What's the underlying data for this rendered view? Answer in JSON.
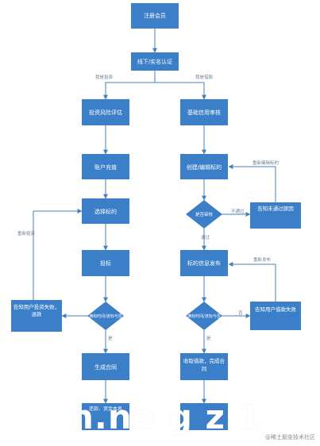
{
  "nodes": {
    "register_member": "注册会员",
    "real_name_auth": "线下/实名认证",
    "risk_assessment": "投资风险评估",
    "account_recharge": "账户充值",
    "select_bid": "选择标的",
    "invest": "投标",
    "notify_invest_fail": "告知用户投资失败，退款",
    "generate_contract": "生成合同",
    "repay_note": "还款、资金本息",
    "basic_credit_review": "基础信用审核",
    "create_edit_bid": "创建/编辑标的",
    "notify_not_approved": "告知未通过原因",
    "publish_bid": "标的信息发布",
    "notify_financing_fail": "告知用户借款失败",
    "collect_loan": "收取借款，完成合同",
    "decision_review": "是否审核",
    "decision_full_left": "满标时间/流标与否",
    "decision_full_right": "满标时间/流标与否"
  },
  "edges": {
    "investor_label": "我是投资",
    "borrower_label": "我是借款",
    "reselect_label": "重新投资",
    "remodify_label": "重新编辑标的",
    "not_passed_label": "不通过",
    "passed_label": "通过",
    "republish_label": "重新发布",
    "no_label": "否",
    "yes_left_label": "是",
    "yes_right_label": "是"
  },
  "overlay_text": "n.ne g z 1",
  "watermark": "@稀土掘金技术社区",
  "colors": {
    "node_fill": "#3b7fc9",
    "line": "#4a7fb8",
    "background": "#ffffff"
  }
}
